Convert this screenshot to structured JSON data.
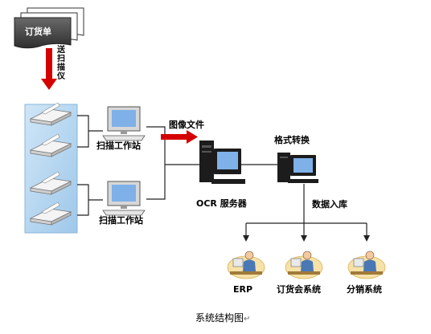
{
  "figure": {
    "caption": "系统结构图",
    "caption_mark": "↵"
  },
  "nodes": {
    "order_form": {
      "label": "订货单"
    },
    "send_to_scanner": {
      "label": [
        "送",
        "扫",
        "描",
        "仪"
      ]
    },
    "scan_station_1": {
      "label": "扫描工作站"
    },
    "scan_station_2": {
      "label": "扫描工作站"
    },
    "image_file": {
      "label": "图像文件"
    },
    "ocr_server": {
      "label": "OCR 服务器"
    },
    "format_conversion": {
      "label": "格式转换"
    },
    "data_storage": {
      "label": "数据入库"
    },
    "erp": {
      "label": "ERP"
    },
    "ordering_meeting": {
      "label": "订货会系统"
    },
    "distribution": {
      "label": "分销系统"
    }
  },
  "colors": {
    "arrow_red": "#d40000",
    "document_fill": "#555555",
    "scanner_frame": "#a9d0ee",
    "monitor_screen": "#7fb0e8",
    "tower_dark": "#1c1c1c",
    "line": "#222222"
  },
  "icons": {
    "document_stack": "document-stack-icon",
    "scanner": "scanner-icon",
    "workstation": "workstation-icon",
    "server": "server-icon",
    "user": "user-at-desk-icon"
  }
}
